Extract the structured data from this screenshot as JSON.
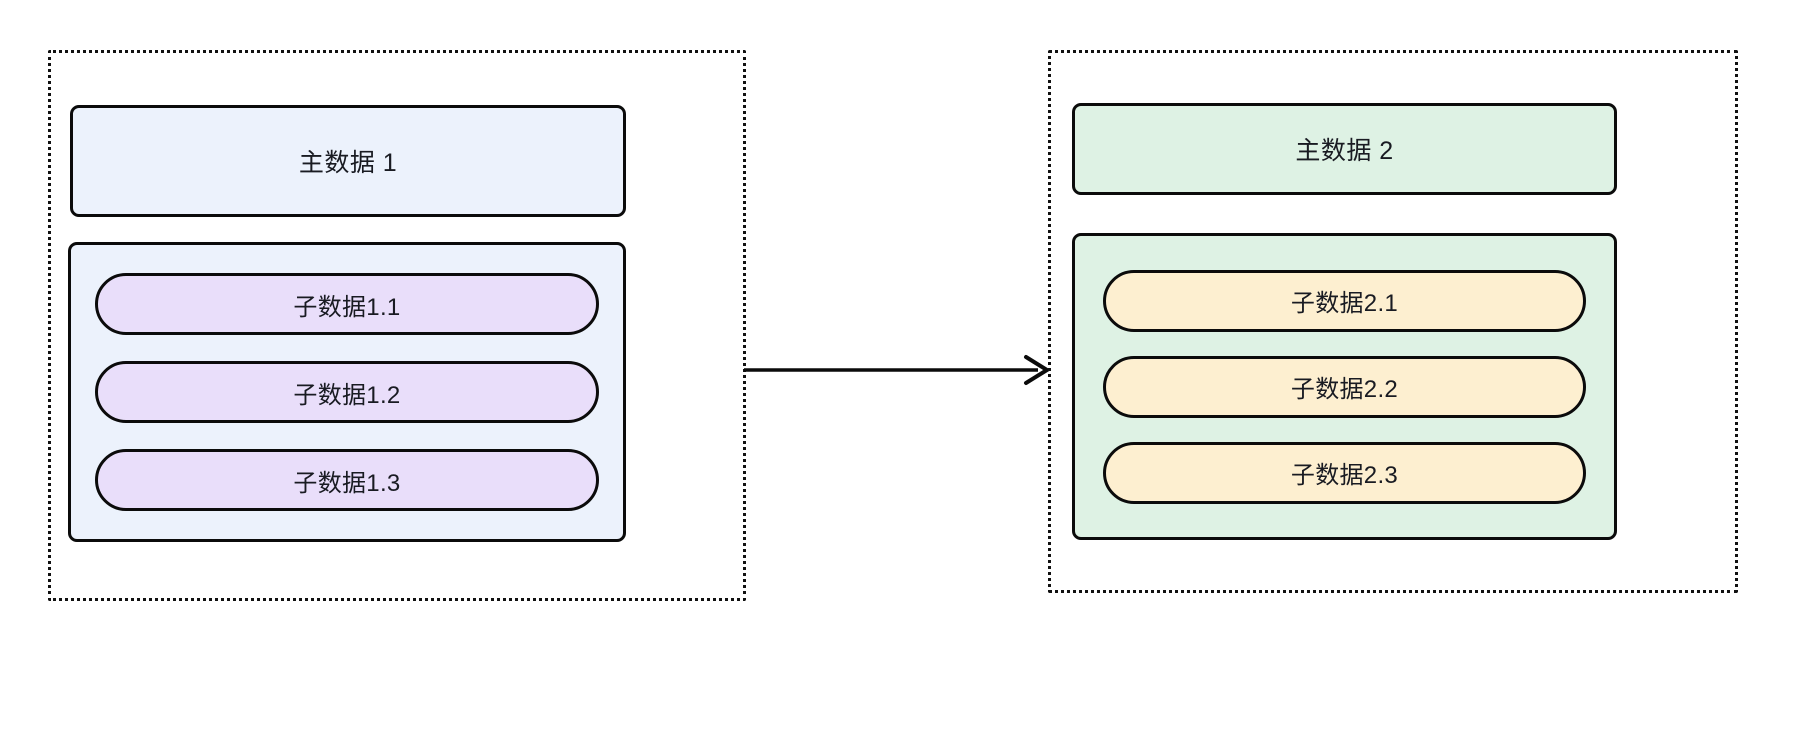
{
  "diagram": {
    "type": "flowchart",
    "direction": "left-to-right",
    "background_color": "#ffffff",
    "stroke_color": "#0b0b0b",
    "text_color": "#191b22"
  },
  "groups": [
    {
      "id": "group-left",
      "border_style": "dotted",
      "main_node": {
        "label": "主数据 1",
        "shape": "rounded-rect",
        "fill": "#ecf2fc"
      },
      "nested_container": {
        "shape": "rounded-rect",
        "fill": "#ecf2fc",
        "children": [
          {
            "label": "子数据1.1",
            "shape": "stadium",
            "fill": "#e9defa"
          },
          {
            "label": "子数据1.2",
            "shape": "stadium",
            "fill": "#e9defa"
          },
          {
            "label": "子数据1.3",
            "shape": "stadium",
            "fill": "#e9defa"
          }
        ]
      }
    },
    {
      "id": "group-right",
      "border_style": "dotted",
      "main_node": {
        "label": "主数据 2",
        "shape": "rounded-rect",
        "fill": "#def2e4"
      },
      "nested_container": {
        "shape": "rounded-rect",
        "fill": "#def2e4",
        "children": [
          {
            "label": "子数据2.1",
            "shape": "stadium",
            "fill": "#fdefd0"
          },
          {
            "label": "子数据2.2",
            "shape": "stadium",
            "fill": "#fdefd0"
          },
          {
            "label": "子数据2.3",
            "shape": "stadium",
            "fill": "#fdefd0"
          }
        ]
      }
    }
  ],
  "connector": {
    "name": "arrow-right-icon",
    "label": "",
    "from": "group-left",
    "to": "group-right",
    "style": "solid",
    "arrowhead": "open"
  }
}
